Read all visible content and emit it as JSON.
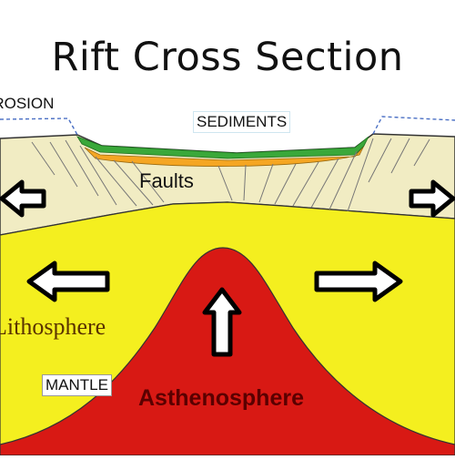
{
  "title": "Rift Cross Section",
  "labels": {
    "erosion": "EROSION",
    "sediments": "SEDIMENTS",
    "faults": "Faults",
    "lithosphere": "Lithosphere",
    "mantle": "MANTLE",
    "asthenosphere": "Asthenosphere"
  },
  "arrows": [
    {
      "id": "crust-left",
      "direction": "left"
    },
    {
      "id": "crust-right",
      "direction": "right"
    },
    {
      "id": "litho-left",
      "direction": "left"
    },
    {
      "id": "litho-right",
      "direction": "right"
    },
    {
      "id": "mantle-up",
      "direction": "up"
    }
  ],
  "colors": {
    "crust": "#f1ecc3",
    "lithosphere": "#f4ef1f",
    "asthenosphere": "#d81914",
    "sediment_top": "#3aa83a",
    "sediment_bottom": "#f5a623",
    "fault_lines": "#777777",
    "erosion_outline": "#4a6fc4"
  }
}
